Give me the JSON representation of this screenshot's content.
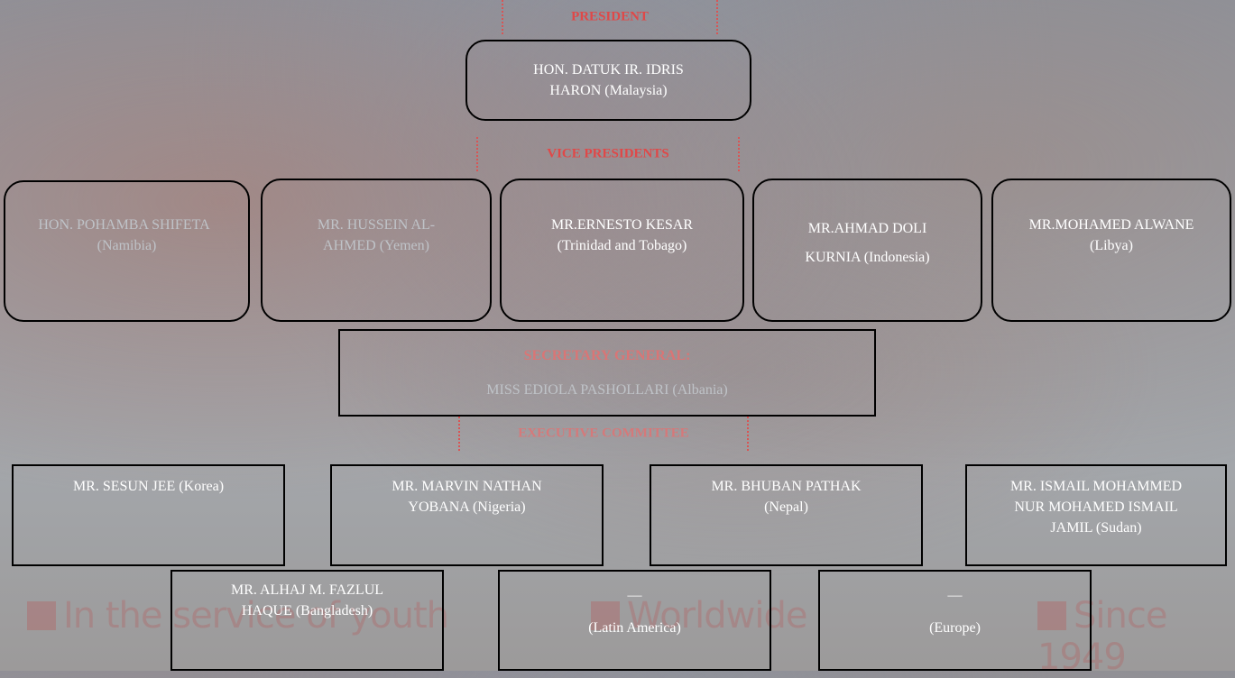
{
  "background_taglines": [
    "In the service of youth",
    "Worldwide",
    "Since 1949"
  ],
  "sections": {
    "president": "PRESIDENT",
    "vice_presidents": "VICE PRESIDENTS",
    "secretary_general": "SECRETARY GENERAL:",
    "executive_committee": "EXECUTIVE COMMITTEE"
  },
  "president": {
    "line1": "HON. DATUK IR. IDRIS",
    "line2": "HARON (Malaysia)"
  },
  "vice_presidents": [
    {
      "line1": "HON. POHAMBA SHIFETA",
      "line2": "(Namibia)"
    },
    {
      "line1": "MR. HUSSEIN AL-",
      "line2": "AHMED (Yemen)"
    },
    {
      "line1": "MR.ERNESTO KESAR",
      "line2": "(Trinidad and Tobago)"
    },
    {
      "line1": "MR.AHMAD DOLI",
      "line2": "KURNIA (Indonesia)"
    },
    {
      "line1": "MR.MOHAMED ALWANE",
      "line2": "(Libya)"
    }
  ],
  "secretary_general": {
    "name": "MISS EDIOLA PASHOLLARI (Albania)"
  },
  "executive_committee": [
    {
      "line1": "MR. SESUN JEE (Korea)",
      "line2": "",
      "line3": ""
    },
    {
      "line1": "MR. MARVIN NATHAN",
      "line2": "YOBANA (Nigeria)",
      "line3": ""
    },
    {
      "line1": "MR. BHUBAN PATHAK",
      "line2": "(Nepal)",
      "line3": ""
    },
    {
      "line1": "MR. ISMAIL MOHAMMED",
      "line2": "NUR MOHAMED ISMAIL",
      "line3": "JAMIL (Sudan)"
    },
    {
      "line1": "MR. ALHAJ M. FAZLUL",
      "line2": "HAQUE (Bangladesh)",
      "line3": ""
    },
    {
      "line1": "—",
      "line2": "(Latin America)",
      "line3": ""
    },
    {
      "line1": "—",
      "line2": "(Europe)",
      "line3": ""
    }
  ]
}
